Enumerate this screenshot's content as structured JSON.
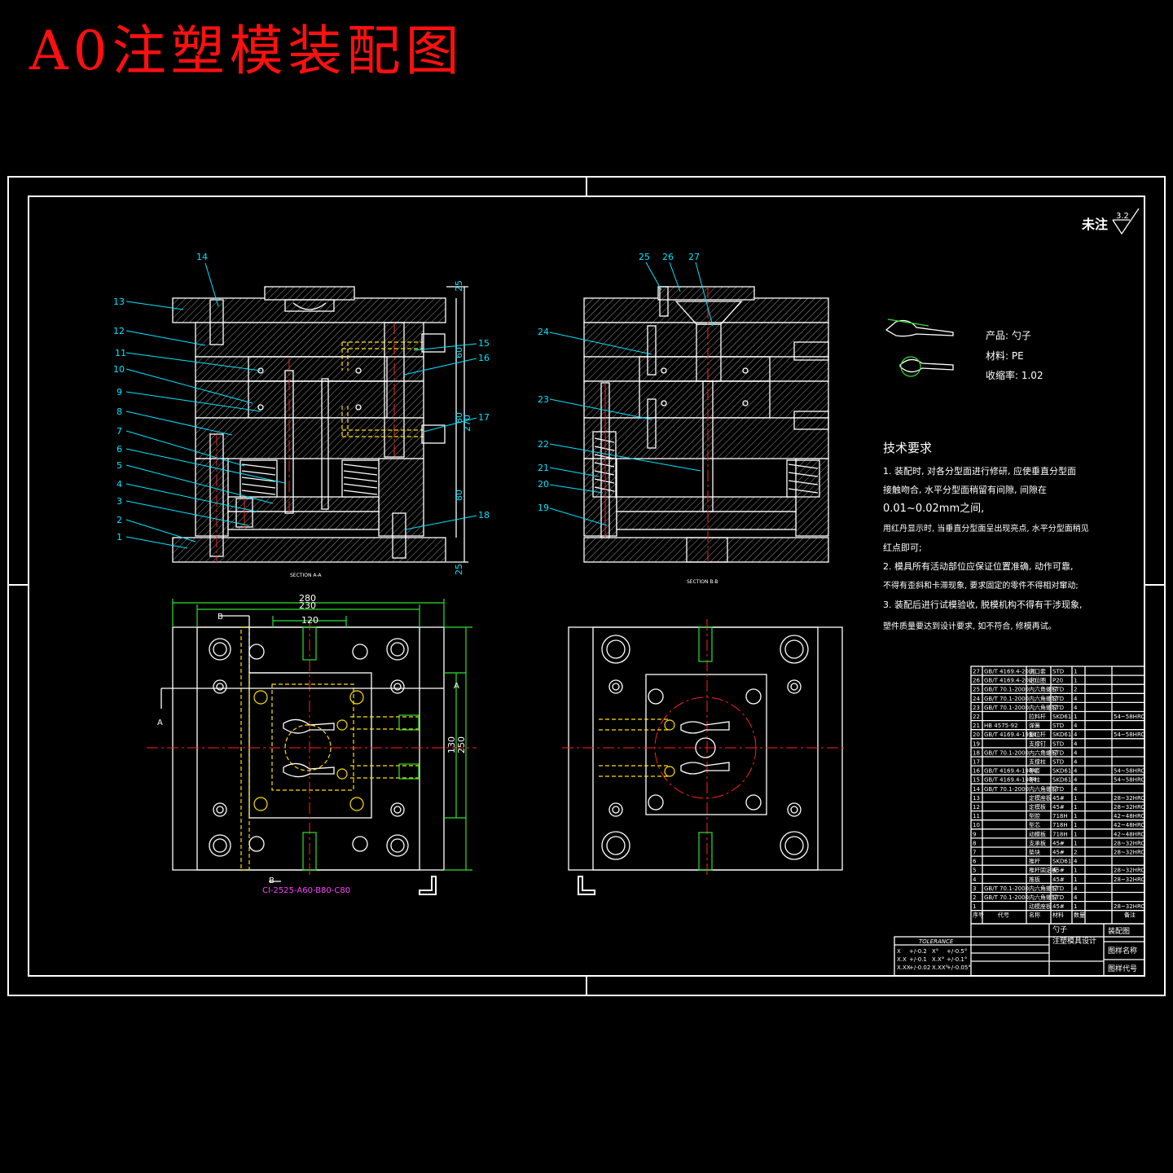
{
  "title": "A0注塑模装配图",
  "roughness": {
    "label": "未注",
    "value": "3.2"
  },
  "product": {
    "name": "产品: 勺子",
    "material": "材料: PE",
    "shrink": "收缩率: 1.02"
  },
  "tech": {
    "heading": "技术要求",
    "lines": [
      "1. 装配时, 对各分型面进行修研, 应使垂直分型面",
      "接触吻合, 水平分型面稍留有间隙, 间隙在",
      "0.01~0.02mm之间,",
      "用红丹显示时, 当垂直分型面呈出现亮点, 水平分型面稍见",
      "红点即可;",
      "2. 模具所有活动部位应保证位置准确, 动作可靠,",
      "不得有歪斜和卡滞现象, 要求固定的零件不得相对窜动;",
      "3. 装配后进行试模验收, 脱模机构不得有干涉现象,",
      "塑件质量要达到设计要求, 如不符合, 修模再试。"
    ]
  },
  "sections": {
    "a": "SECTION A-A",
    "b": "SECTION B-B"
  },
  "labels_a": [
    "14",
    "13",
    "12",
    "11",
    "10",
    "9",
    "8",
    "7",
    "6",
    "5",
    "4",
    "3",
    "2",
    "1",
    "15",
    "16",
    "17",
    "18"
  ],
  "labels_b": [
    "25",
    "26",
    "27",
    "24",
    "23",
    "22",
    "21",
    "20",
    "19"
  ],
  "dims_v": [
    "25",
    "60",
    "270",
    "80",
    "80",
    "25"
  ],
  "dims_h": [
    "280",
    "230",
    "120"
  ],
  "dims_side": [
    "130",
    "250"
  ],
  "cut": {
    "a": "A",
    "b": "B"
  },
  "mold_code": "CI-2525-A60-B80-C80",
  "bom": {
    "rows": [
      [
        "27",
        "GB/T 4169.4-2000",
        "浇口套",
        "STD",
        "1",
        ""
      ],
      [
        "26",
        "GB/T 4169.4-2000",
        "定位圈",
        "P20",
        "1",
        ""
      ],
      [
        "25",
        "GB/T 70.1-2000",
        "内六角螺钉",
        "STD",
        "2",
        ""
      ],
      [
        "24",
        "GB/T 70.1-2000",
        "内六角螺钉",
        "STD",
        "4",
        ""
      ],
      [
        "23",
        "GB/T 70.1-2000",
        "内六角螺钉",
        "STD",
        "4",
        ""
      ],
      [
        "22",
        "",
        "拉料杆",
        "SKD61",
        "1",
        "54~58HRC"
      ],
      [
        "21",
        "HB 4575-92",
        "弹簧",
        "STD",
        "4",
        ""
      ],
      [
        "20",
        "GB/T 4169.4-1984",
        "复位杆",
        "SKD61",
        "4",
        "54~58HRC"
      ],
      [
        "19",
        "",
        "支撑钉",
        "STD",
        "4",
        ""
      ],
      [
        "18",
        "GB/T 70.1-2000",
        "内六角螺钉",
        "STD",
        "4",
        ""
      ],
      [
        "17",
        "",
        "支撑柱",
        "STD",
        "4",
        ""
      ],
      [
        "16",
        "GB/T 4169.4-1984",
        "导套",
        "SKD61",
        "4",
        "54~58HRC"
      ],
      [
        "15",
        "GB/T 4169.4-1984",
        "导柱",
        "SKD61",
        "4",
        "54~58HRC"
      ],
      [
        "14",
        "GB/T 70.1-2000",
        "内六角螺钉",
        "STD",
        "4",
        ""
      ],
      [
        "13",
        "",
        "定模座板",
        "45#",
        "1",
        "28~32HRC"
      ],
      [
        "12",
        "",
        "定模板",
        "45#",
        "1",
        "28~32HRC"
      ],
      [
        "11",
        "",
        "型腔",
        "718H",
        "1",
        "42~48HRC"
      ],
      [
        "10",
        "",
        "型芯",
        "718H",
        "1",
        "42~48HRC"
      ],
      [
        "9",
        "",
        "动模板",
        "718H",
        "1",
        "42~48HRC"
      ],
      [
        "8",
        "",
        "支承板",
        "45#",
        "1",
        "28~32HRC"
      ],
      [
        "7",
        "",
        "垫块",
        "45#",
        "2",
        "28~32HRC"
      ],
      [
        "6",
        "",
        "推杆",
        "SKD61",
        "4",
        ""
      ],
      [
        "5",
        "",
        "推杆固定板",
        "45#",
        "1",
        "28~32HRC"
      ],
      [
        "4",
        "",
        "推板",
        "45#",
        "1",
        "28~32HRC"
      ],
      [
        "3",
        "GB/T 70.1-2000",
        "内六角螺钉",
        "STD",
        "4",
        ""
      ],
      [
        "2",
        "GB/T 70.1-2000",
        "内六角螺钉",
        "STD",
        "4",
        ""
      ],
      [
        "1",
        "",
        "动模座板",
        "45#",
        "1",
        "28~32HRC"
      ]
    ],
    "header": [
      "序号",
      "代号",
      "名称",
      "材料",
      "数量",
      "备注"
    ]
  },
  "titleblock": {
    "product": "勺子",
    "design": "注塑模具设计",
    "drawing": "装配图",
    "name_label": "图样名称",
    "code_label": "图样代号",
    "tolerance": "TOLERANCE",
    "tol_rows": [
      [
        "X",
        "+/-0.2",
        "X°",
        "+/-0.5°"
      ],
      [
        "X.X",
        "+/-0.1",
        "X.X°",
        "+/-0.1°"
      ],
      [
        "X.XX",
        "+/-0.02",
        "X.XX°",
        "+/-0.05°"
      ]
    ]
  }
}
